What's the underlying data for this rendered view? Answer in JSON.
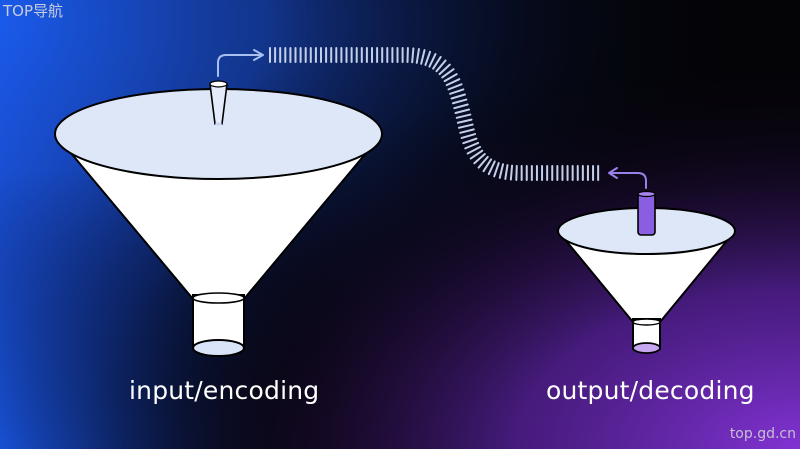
{
  "watermark": {
    "top_left": "TOP导航",
    "bottom_right": "top.gd.cn"
  },
  "labels": {
    "input": "input/encoding",
    "output": "output/decoding"
  },
  "colors": {
    "funnel_fill": "#ffffff",
    "funnel_rim": "#dde7f8",
    "tube_fill": "#dce6fa",
    "dash_color": "#c4cfea",
    "input_arrow": "#a9bff0",
    "output_arrow": "#9a80e8",
    "output_rod": "#8a5ee0",
    "bg_left": "#1a57e8",
    "bg_right": "#7a2cc4"
  }
}
